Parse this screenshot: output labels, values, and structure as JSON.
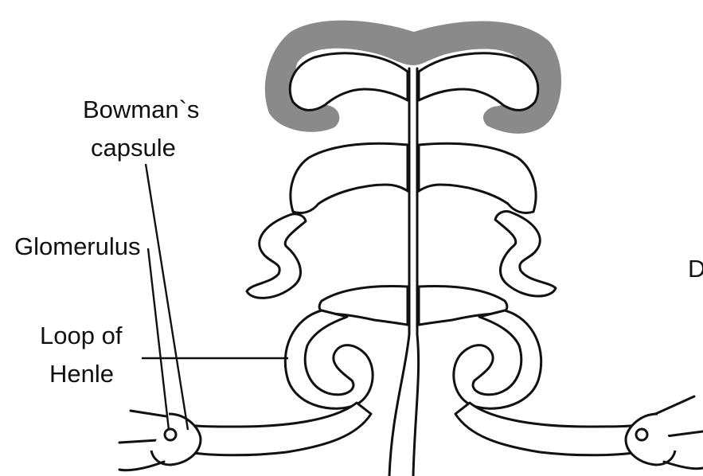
{
  "labels": {
    "bowmans_line1": "Bowman`s",
    "bowmans_line2": "capsule",
    "glomerulus": "Glomerulus",
    "loop_line1": "Loop of",
    "loop_line2": "Henle",
    "cut_off_right": "D"
  },
  "colors": {
    "cortex_band": "#8a8a8a",
    "outline": "#111111",
    "background": "#ffffff"
  }
}
